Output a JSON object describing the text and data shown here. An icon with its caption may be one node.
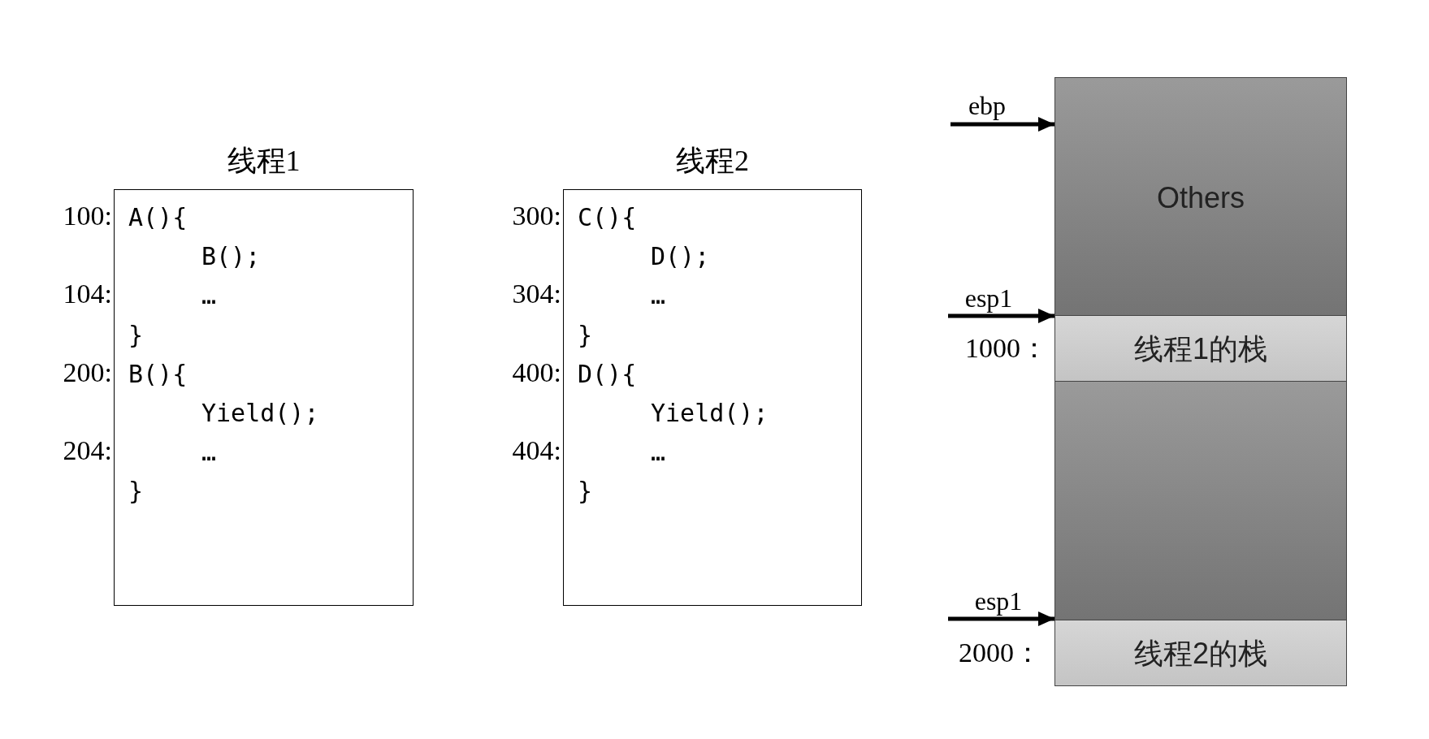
{
  "diagram": {
    "nodes": [
      {
        "text": [
          "线程1",
          "A(){",
          "B();",
          "…",
          "}",
          "B(){",
          "Yield();",
          "…",
          "}"
        ],
        "beside": [
          "100:",
          "104:",
          "200:",
          "204:"
        ]
      },
      {
        "text": [
          "线程2",
          "C(){",
          "D();",
          "…",
          "}",
          "D(){",
          "Yield();",
          "…",
          "}"
        ],
        "beside": [
          "300:",
          "304:",
          "400:",
          "404:"
        ]
      },
      {
        "text": [
          "Others"
        ]
      },
      {
        "text": [
          "线程1的栈"
        ],
        "beside": [
          "1000："
        ]
      },
      {
        "text": [],
        "shape": "box"
      },
      {
        "text": [
          "线程2的栈"
        ],
        "beside": [
          "2000："
        ]
      }
    ],
    "edges": [
      {
        "from": null,
        "to": 2,
        "arrow": "to",
        "label": "ebp"
      },
      {
        "from": null,
        "to": 3,
        "arrow": "to",
        "label": "esp1"
      },
      {
        "from": null,
        "to": 5,
        "arrow": "to",
        "label": "esp1"
      }
    ]
  }
}
